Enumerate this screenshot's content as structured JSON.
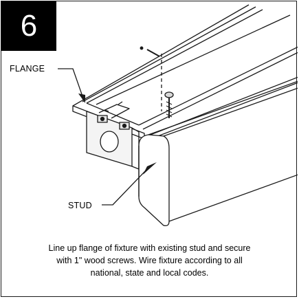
{
  "step": {
    "number": "6"
  },
  "labels": {
    "flange": "FLANGE",
    "stud": "STUD"
  },
  "caption": {
    "line1": "Line up flange of fixture with existing stud and secure",
    "line2": "with 1\" wood screws. Wire fixture according to all",
    "line3": "national, state and local codes."
  },
  "colors": {
    "badge_bg": "#000000",
    "badge_text": "#ffffff",
    "line": "#1a1a1a"
  }
}
